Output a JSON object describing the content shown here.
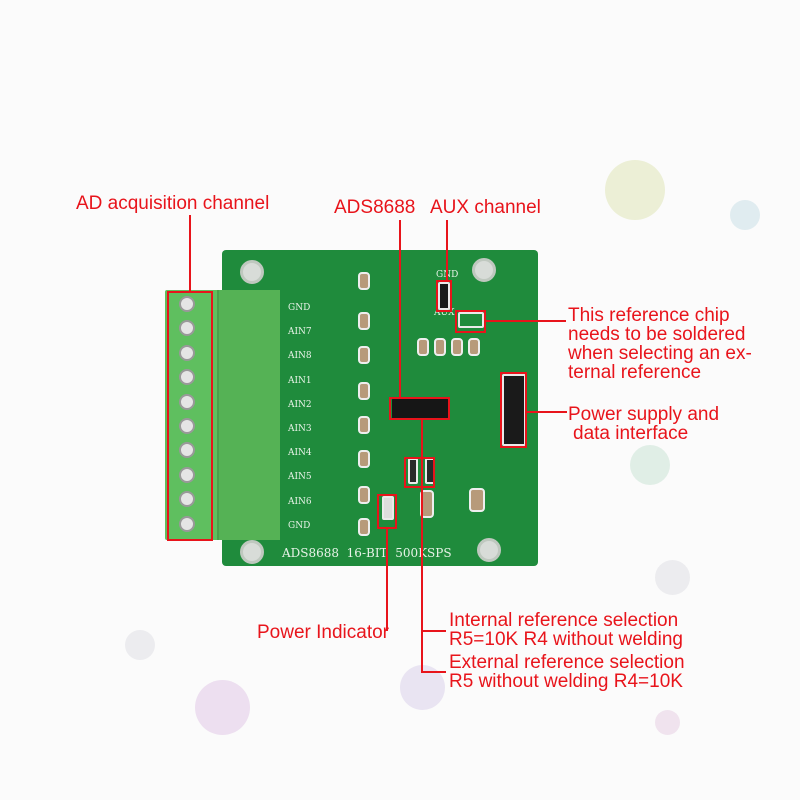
{
  "annotations": {
    "ad_channel": "AD acquisition channel",
    "chip": "ADS8688",
    "aux": "AUX channel",
    "ref_chip": [
      "This reference chip",
      "needs to be soldered",
      "when selecting an ex-",
      "ternal reference"
    ],
    "power_data": [
      "Power supply and",
      "data interface"
    ],
    "power_indicator": "Power Indicator",
    "internal_ref": [
      "Internal reference selection",
      "R5=10K R4 without welding"
    ],
    "external_ref": [
      "External reference selection",
      "R5 without welding R4=10K"
    ]
  },
  "board": {
    "channels": [
      "GND",
      "AIN7",
      "AIN8",
      "AIN1",
      "AIN2",
      "AIN3",
      "AIN4",
      "AIN5",
      "AIN6",
      "GND"
    ],
    "silkscreen": "ADS8688  16-BIT  500KSPS",
    "header_gnd": "GND",
    "header_aux": "AUX"
  },
  "colors": {
    "annotation": "#e8141b",
    "pcb": "#1f8b3c",
    "terminal": "#5fbf5f"
  }
}
